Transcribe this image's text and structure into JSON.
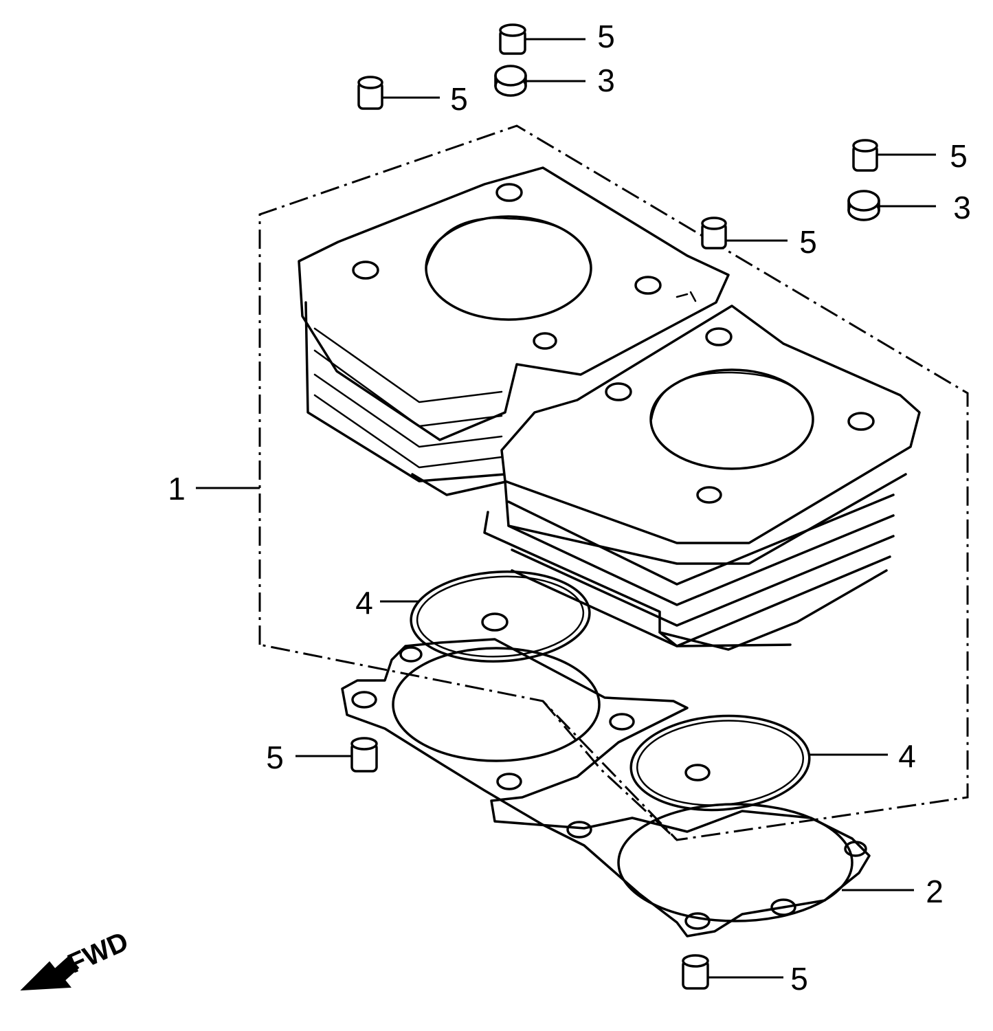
{
  "callouts": [
    {
      "id": "dowel-top-center",
      "label": "5"
    },
    {
      "id": "oring-top-center",
      "label": "3"
    },
    {
      "id": "dowel-top-left",
      "label": "5"
    },
    {
      "id": "dowel-top-right",
      "label": "5"
    },
    {
      "id": "oring-top-right",
      "label": "3"
    },
    {
      "id": "dowel-mid-right",
      "label": "5"
    },
    {
      "id": "cylinder",
      "label": "1"
    },
    {
      "id": "oring-large-left",
      "label": "4"
    },
    {
      "id": "dowel-bottom-left",
      "label": "5"
    },
    {
      "id": "oring-large-right",
      "label": "4"
    },
    {
      "id": "gasket",
      "label": "2"
    },
    {
      "id": "dowel-bottom",
      "label": "5"
    }
  ],
  "direction": {
    "label": "FWD",
    "icon": "forward-arrow-icon"
  },
  "colors": {
    "line": "#000000",
    "background": "#ffffff"
  }
}
